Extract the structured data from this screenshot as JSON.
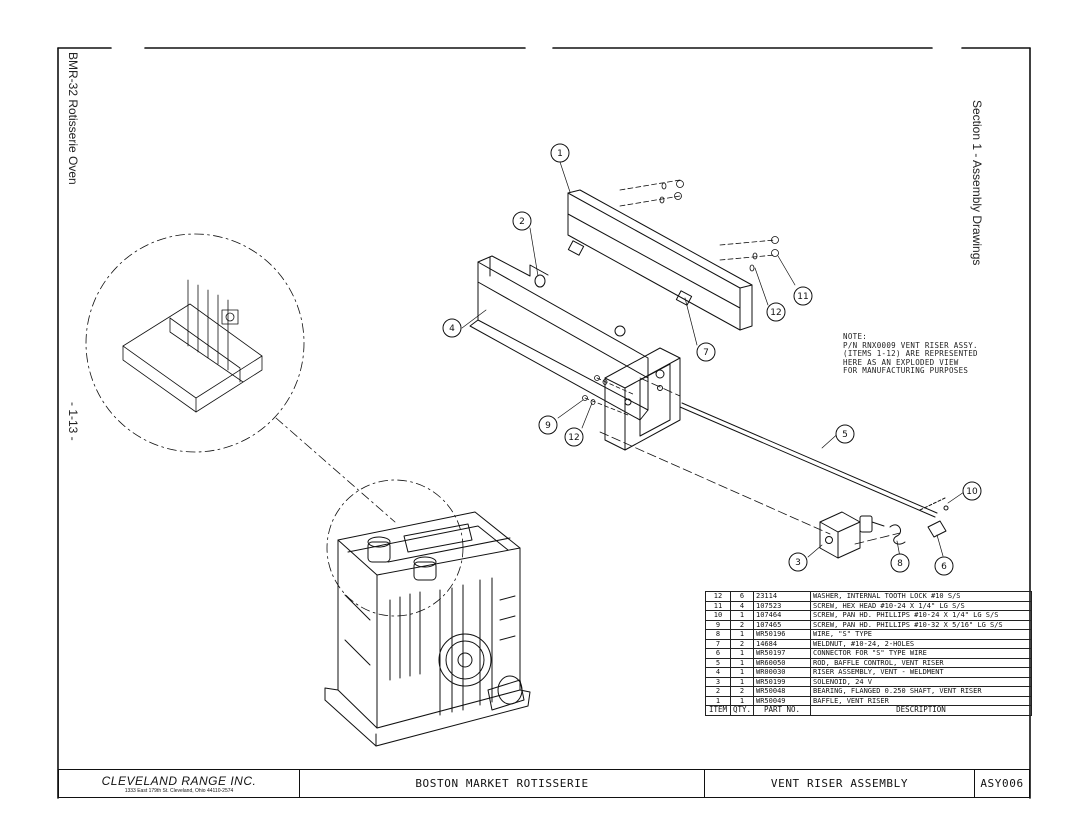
{
  "left_title": "BMR-32 Rotisserie Oven",
  "left_page": "- 1-13 -",
  "right_title": "Section 1 - Assembly Drawings",
  "note_lines": [
    "NOTE:",
    "P/N RNX0009 VENT RISER ASSY.",
    "(ITEMS 1-12) ARE REPRESENTED",
    "HERE AS AN EXPLODED VIEW",
    "FOR MANUFACTURING PURPOSES"
  ],
  "balloons": [
    {
      "label": "1"
    },
    {
      "label": "2"
    },
    {
      "label": "4"
    },
    {
      "label": "12"
    },
    {
      "label": "11"
    },
    {
      "label": "7"
    },
    {
      "label": "9"
    },
    {
      "label": "12"
    },
    {
      "label": "5"
    },
    {
      "label": "10"
    },
    {
      "label": "3"
    },
    {
      "label": "8"
    },
    {
      "label": "6"
    }
  ],
  "parts_table": {
    "headers": [
      "ITEM",
      "QTY.",
      "PART NO.",
      "DESCRIPTION"
    ],
    "rows": [
      [
        "12",
        "6",
        "23114",
        "WASHER, INTERNAL TOOTH LOCK #10 S/S"
      ],
      [
        "11",
        "4",
        "107523",
        "SCREW, HEX HEAD #10-24 X 1/4\" LG S/S"
      ],
      [
        "10",
        "1",
        "107464",
        "SCREW, PAN HD. PHILLIPS #10-24 X 1/4\" LG S/S"
      ],
      [
        "9",
        "2",
        "107465",
        "SCREW, PAN HD. PHILLIPS #10-32 X 5/16\" LG S/S"
      ],
      [
        "8",
        "1",
        "WR50196",
        "WIRE, \"S\" TYPE"
      ],
      [
        "7",
        "2",
        "14684",
        "WELDNUT, #10-24, 2-HOLES"
      ],
      [
        "6",
        "1",
        "WR50197",
        "CONNECTOR FOR \"S\" TYPE WIRE"
      ],
      [
        "5",
        "1",
        "WR60050",
        "ROD, BAFFLE CONTROL, VENT RISER"
      ],
      [
        "4",
        "1",
        "WR00030",
        "RISER ASSEMBLY, VENT - WELDMENT"
      ],
      [
        "3",
        "1",
        "WR50199",
        "SOLENOID, 24 V"
      ],
      [
        "2",
        "2",
        "WR50048",
        "BEARING, FLANGED 0.250 SHAFT, VENT RISER"
      ],
      [
        "1",
        "1",
        "WR50049",
        "BAFFLE, VENT RISER"
      ]
    ]
  },
  "title_block": {
    "company": "CLEVELAND RANGE INC.",
    "address": "1333 East 179th St. Cleveland, Ohio 44110-2574",
    "product": "BOSTON MARKET ROTISSERIE",
    "assembly": "VENT RISER ASSEMBLY",
    "drawing_no": "ASY006"
  }
}
